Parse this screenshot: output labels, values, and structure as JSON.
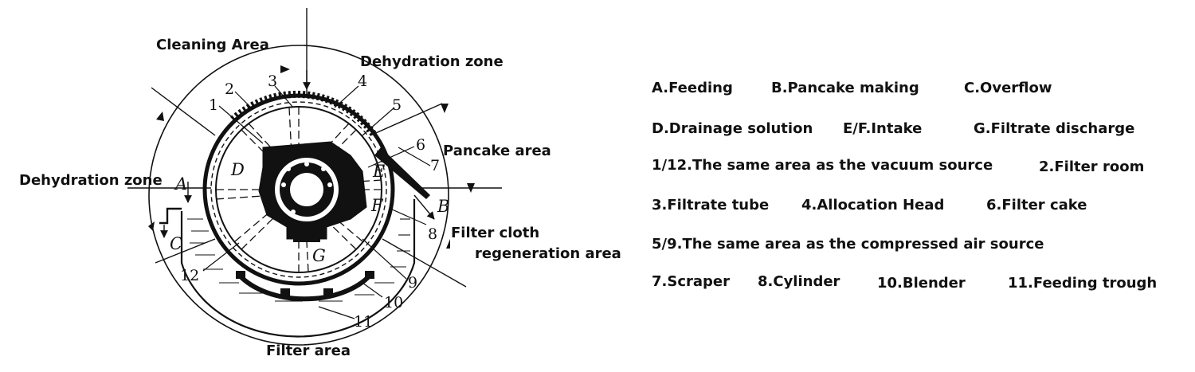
{
  "zones": {
    "cleaning": "Cleaning Area",
    "dehydration_top": "Dehydration zone",
    "pancake": "Pancake area",
    "dehydration_left": "Dehydration zone",
    "regen_line1": "Filter cloth",
    "regen_line2": "regeneration area",
    "filter": "Filter area"
  },
  "numbers": {
    "n1": "1",
    "n2": "2",
    "n3": "3",
    "n4": "4",
    "n5": "5",
    "n6": "6",
    "n7": "7",
    "n8": "8",
    "n9": "9",
    "n10": "10",
    "n11": "11",
    "n12": "12"
  },
  "letters": {
    "A": "A",
    "B": "B",
    "C": "C",
    "D": "D",
    "E": "E",
    "F": "F",
    "G": "G"
  },
  "legend": {
    "a": "A.Feeding",
    "b": "B.Pancake making",
    "c": "C.Overflow",
    "d": "D.Drainage solution",
    "ef": "E/F.Intake",
    "g": "G.Filtrate discharge",
    "n1_12": "1/12.The same area as the vacuum source",
    "n2": "2.Filter room",
    "n3": "3.Filtrate tube",
    "n4": "4.Allocation Head",
    "n6": "6.Filter cake",
    "n5_9": "5/9.The same area as the compressed air source",
    "n7": "7.Scraper",
    "n8": "8.Cylinder",
    "n10": "10.Blender",
    "n11": "11.Feeding trough"
  }
}
